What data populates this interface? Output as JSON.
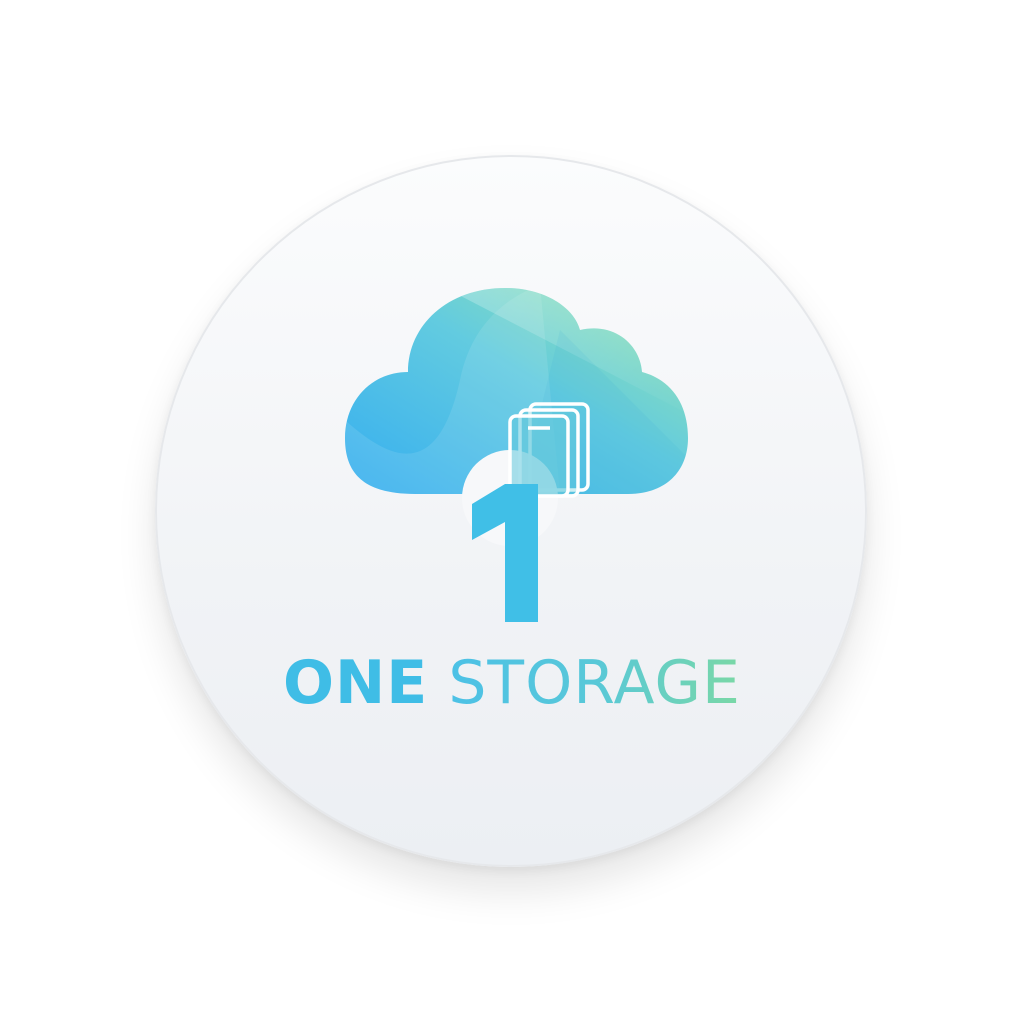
{
  "logo": {
    "icon": "cloud-device-icon",
    "numeral": "1",
    "word_one": "ONE",
    "word_two": "STORAGE"
  },
  "colors": {
    "cloud_start": "#3ab6ee",
    "cloud_end": "#8fe0ab",
    "numeral": "#40bfe7",
    "word_one": "#3fbde6",
    "word_two_start": "#4cc1e6",
    "word_two_end": "#7ad8a6",
    "badge": "#f4f6f8"
  }
}
